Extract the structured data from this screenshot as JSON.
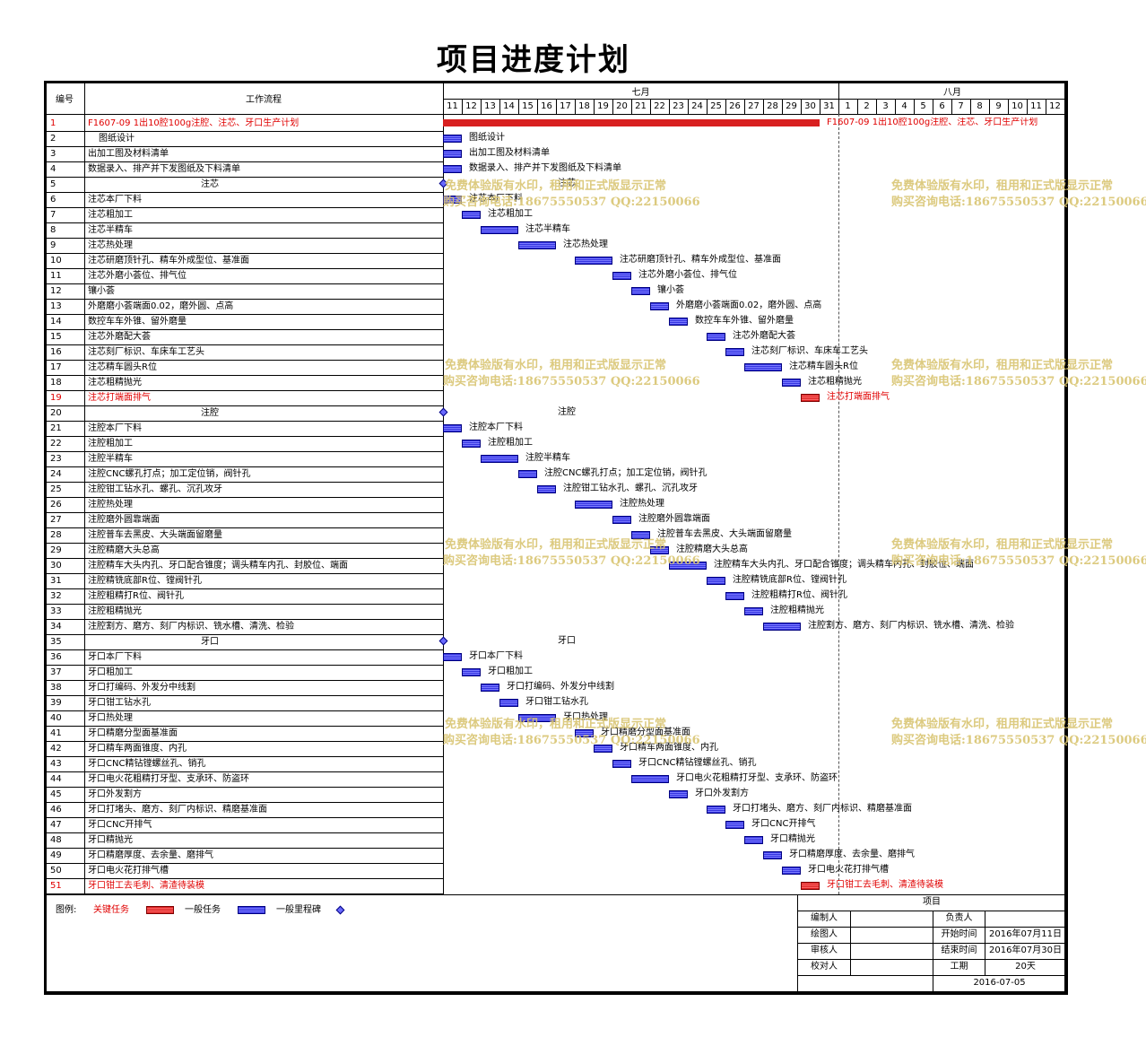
{
  "title": "项目进度计划",
  "header": {
    "num": "编号",
    "flow": "工作流程",
    "month1": "七月",
    "month2": "八月"
  },
  "days": [
    "11",
    "12",
    "13",
    "14",
    "15",
    "16",
    "17",
    "18",
    "19",
    "20",
    "21",
    "22",
    "23",
    "24",
    "25",
    "26",
    "27",
    "28",
    "29",
    "30",
    "31",
    "1",
    "2",
    "3",
    "4",
    "5",
    "6",
    "7",
    "8",
    "9",
    "10",
    "11",
    "12"
  ],
  "tasks": [
    {
      "n": "1",
      "name": "F1607-09 1出10腔100g注腔、注芯、牙口生产计划",
      "type": "top",
      "s": 0,
      "d": 20
    },
    {
      "n": "2",
      "name": "图纸设计",
      "type": "task",
      "s": 0,
      "d": 1,
      "indent": true
    },
    {
      "n": "3",
      "name": "出加工图及材料清单",
      "type": "task",
      "s": 0,
      "d": 1
    },
    {
      "n": "4",
      "name": "数据录入、排产并下发图纸及下料清单",
      "type": "task",
      "s": 0,
      "d": 1
    },
    {
      "n": "5",
      "name": "注芯",
      "type": "ms",
      "s": 0,
      "phase": true
    },
    {
      "n": "6",
      "name": "注芯本厂下料",
      "type": "task",
      "s": 0,
      "d": 1
    },
    {
      "n": "7",
      "name": "注芯粗加工",
      "type": "task",
      "s": 1,
      "d": 1
    },
    {
      "n": "8",
      "name": "注芯半精车",
      "type": "task",
      "s": 2,
      "d": 2
    },
    {
      "n": "9",
      "name": "注芯热处理",
      "type": "task",
      "s": 4,
      "d": 2
    },
    {
      "n": "10",
      "name": "注芯研磨顶针孔、精车外成型位、基准面",
      "type": "task",
      "s": 7,
      "d": 2
    },
    {
      "n": "11",
      "name": "注芯外磨小荟位、排气位",
      "type": "task",
      "s": 9,
      "d": 1
    },
    {
      "n": "12",
      "name": "镶小荟",
      "type": "task",
      "s": 10,
      "d": 1
    },
    {
      "n": "13",
      "name": "外磨磨小荟端面0.02，磨外圆、点高",
      "type": "task",
      "s": 11,
      "d": 1
    },
    {
      "n": "14",
      "name": "数控车车外锥、留外磨量",
      "type": "task",
      "s": 12,
      "d": 1
    },
    {
      "n": "15",
      "name": "注芯外磨配大荟",
      "type": "task",
      "s": 14,
      "d": 1
    },
    {
      "n": "16",
      "name": "注芯刻厂标识、车床车工艺头",
      "type": "task",
      "s": 15,
      "d": 1
    },
    {
      "n": "17",
      "name": "注芯精车圆头R位",
      "type": "task",
      "s": 16,
      "d": 2
    },
    {
      "n": "18",
      "name": "注芯粗精抛光",
      "type": "task",
      "s": 18,
      "d": 1
    },
    {
      "n": "19",
      "name": "注芯打端面排气",
      "type": "crit",
      "s": 19,
      "d": 1
    },
    {
      "n": "20",
      "name": "注腔",
      "type": "ms",
      "s": 0,
      "phase": true
    },
    {
      "n": "21",
      "name": "注腔本厂下料",
      "type": "task",
      "s": 0,
      "d": 1
    },
    {
      "n": "22",
      "name": "注腔粗加工",
      "type": "task",
      "s": 1,
      "d": 1
    },
    {
      "n": "23",
      "name": "注腔半精车",
      "type": "task",
      "s": 2,
      "d": 2
    },
    {
      "n": "24",
      "name": "注腔CNC螺孔打点；加工定位销，阀针孔",
      "type": "task",
      "s": 4,
      "d": 1
    },
    {
      "n": "25",
      "name": "注腔钳工钻水孔、螺孔、沉孔攻牙",
      "type": "task",
      "s": 5,
      "d": 1
    },
    {
      "n": "26",
      "name": "注腔热处理",
      "type": "task",
      "s": 7,
      "d": 2
    },
    {
      "n": "27",
      "name": "注腔磨外圆靠端面",
      "type": "task",
      "s": 9,
      "d": 1
    },
    {
      "n": "28",
      "name": "注腔普车去黑皮、大头端面留磨量",
      "type": "task",
      "s": 10,
      "d": 1
    },
    {
      "n": "29",
      "name": "注腔精磨大头总高",
      "type": "task",
      "s": 11,
      "d": 1
    },
    {
      "n": "30",
      "name": "注腔精车大头内孔、牙口配合锥度；调头精车内孔、封胶位、端面",
      "type": "task",
      "s": 12,
      "d": 2
    },
    {
      "n": "31",
      "name": "注腔精铣底部R位、镗阀针孔",
      "type": "task",
      "s": 14,
      "d": 1
    },
    {
      "n": "32",
      "name": "注腔粗精打R位、阀针孔",
      "type": "task",
      "s": 15,
      "d": 1
    },
    {
      "n": "33",
      "name": "注腔粗精抛光",
      "type": "task",
      "s": 16,
      "d": 1
    },
    {
      "n": "34",
      "name": "注腔割方、磨方、刻厂内标识、铣水槽、清洗、检验",
      "type": "task",
      "s": 17,
      "d": 2
    },
    {
      "n": "35",
      "name": "牙口",
      "type": "ms",
      "s": 0,
      "phase": true
    },
    {
      "n": "36",
      "name": "牙口本厂下料",
      "type": "task",
      "s": 0,
      "d": 1
    },
    {
      "n": "37",
      "name": "牙口粗加工",
      "type": "task",
      "s": 1,
      "d": 1
    },
    {
      "n": "38",
      "name": "牙口打编码、外发分中线割",
      "type": "task",
      "s": 2,
      "d": 1
    },
    {
      "n": "39",
      "name": "牙口钳工钻水孔",
      "type": "task",
      "s": 3,
      "d": 1
    },
    {
      "n": "40",
      "name": "牙口热处理",
      "type": "task",
      "s": 4,
      "d": 2
    },
    {
      "n": "41",
      "name": "牙口精磨分型面基准面",
      "type": "task",
      "s": 7,
      "d": 1
    },
    {
      "n": "42",
      "name": "牙口精车两面锥度、内孔",
      "type": "task",
      "s": 8,
      "d": 1
    },
    {
      "n": "43",
      "name": "牙口CNC精钻镗螺丝孔、销孔",
      "type": "task",
      "s": 9,
      "d": 1
    },
    {
      "n": "44",
      "name": "牙口电火花粗精打牙型、支承环、防盗环",
      "type": "task",
      "s": 10,
      "d": 2
    },
    {
      "n": "45",
      "name": "牙口外发割方",
      "type": "task",
      "s": 12,
      "d": 1
    },
    {
      "n": "46",
      "name": "牙口打堵头、磨方、刻厂内标识、精磨基准面",
      "type": "task",
      "s": 14,
      "d": 1
    },
    {
      "n": "47",
      "name": "牙口CNC开排气",
      "type": "task",
      "s": 15,
      "d": 1
    },
    {
      "n": "48",
      "name": "牙口精抛光",
      "type": "task",
      "s": 16,
      "d": 1
    },
    {
      "n": "49",
      "name": "牙口精磨厚度、去余量、磨排气",
      "type": "task",
      "s": 17,
      "d": 1
    },
    {
      "n": "50",
      "name": "牙口电火花打排气槽",
      "type": "task",
      "s": 18,
      "d": 1
    },
    {
      "n": "51",
      "name": "牙口钳工去毛刺、清渣待装模",
      "type": "crit",
      "s": 19,
      "d": 1
    }
  ],
  "legend": {
    "label": "图例:",
    "crit": "关键任务",
    "task": "一般任务",
    "ms": "一般里程碑"
  },
  "signoff": {
    "project": "项目",
    "r1": [
      "编制人",
      "",
      "负责人",
      ""
    ],
    "r2": [
      "绘图人",
      "",
      "开始时间",
      "2016年07月11日"
    ],
    "r3": [
      "审核人",
      "",
      "结束时间",
      "2016年07月30日"
    ],
    "r4": [
      "校对人",
      "",
      "工期",
      "20天"
    ],
    "date": "2016-07-05"
  },
  "watermark": {
    "line1": "免费体验版有水印，租用和正式版显示正常",
    "line2": "购买咨询电话:18675550537 QQ:22150066"
  },
  "colors": {
    "critical": "#d82020",
    "task": "#4040e8",
    "milestone": "#6a6aff",
    "grid": "#000000",
    "watermark": "#d9c572"
  }
}
